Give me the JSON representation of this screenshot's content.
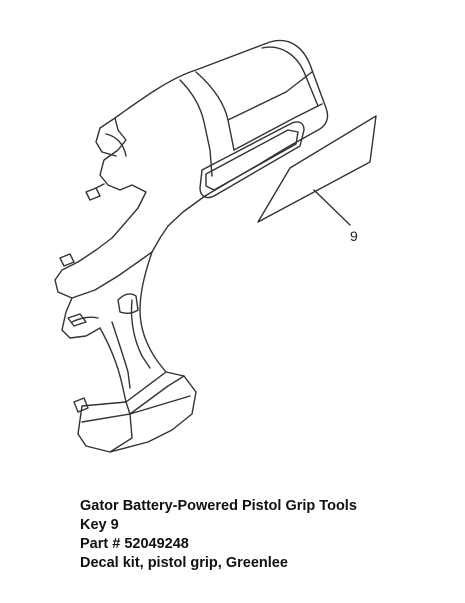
{
  "diagram": {
    "callout_label": "9",
    "tool_name": "Gator Battery-Powered Pistol Grip Tools",
    "key_line": "Key 9",
    "part_line": "Part # 52049248",
    "description_line": "Decal kit, pistol grip, Greenlee"
  },
  "colors": {
    "line": "#333333",
    "background": "#ffffff",
    "text": "#111111"
  }
}
